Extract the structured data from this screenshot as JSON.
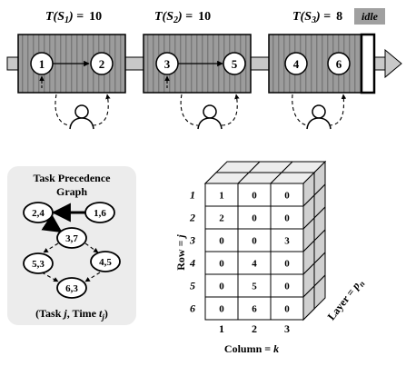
{
  "stations": [
    {
      "label_prefix": "T(S",
      "label_sub": "1",
      "label_suffix": ") =",
      "time": "10",
      "tasks": [
        "1",
        "2"
      ]
    },
    {
      "label_prefix": "T(S",
      "label_sub": "2",
      "label_suffix": ") =",
      "time": "10",
      "tasks": [
        "3",
        "5"
      ]
    },
    {
      "label_prefix": "T(S",
      "label_sub": "3",
      "label_suffix": ") =",
      "time": "8",
      "tasks": [
        "4",
        "6"
      ]
    }
  ],
  "idle_label": "idle",
  "precedence": {
    "title_line1": "Task Precedence",
    "title_line2": "Graph",
    "nodes": [
      "2,4",
      "1,6",
      "3,7",
      "5,3",
      "4,5",
      "6,3"
    ],
    "caption_prefix": "(Task ",
    "caption_task": "j",
    "caption_mid": ", Time ",
    "caption_time": "t",
    "caption_time_sub": "j",
    "caption_suffix": ")"
  },
  "matrix": {
    "row_labels": [
      "1",
      "2",
      "3",
      "4",
      "5",
      "6"
    ],
    "col_labels": [
      "1",
      "2",
      "3"
    ],
    "cells": [
      [
        "1",
        "0",
        "0"
      ],
      [
        "2",
        "0",
        "0"
      ],
      [
        "0",
        "0",
        "3"
      ],
      [
        "0",
        "4",
        "0"
      ],
      [
        "0",
        "5",
        "0"
      ],
      [
        "0",
        "6",
        "0"
      ]
    ],
    "row_axis_label": "Row = ",
    "row_axis_var": "j",
    "col_axis_label": "Column = ",
    "col_axis_var": "k",
    "layer_axis_label": "Layer = ",
    "layer_axis_var": "p",
    "layer_axis_sub": "n"
  },
  "colors": {
    "station_fill": "#9c9c9c",
    "conveyor_fill": "#c8c8c8",
    "idle_badge_fill": "#a0a0a0",
    "precedence_panel_fill": "#ececec",
    "cube_side_fill": "#d0d0d0",
    "cube_top_fill": "#ededed"
  }
}
